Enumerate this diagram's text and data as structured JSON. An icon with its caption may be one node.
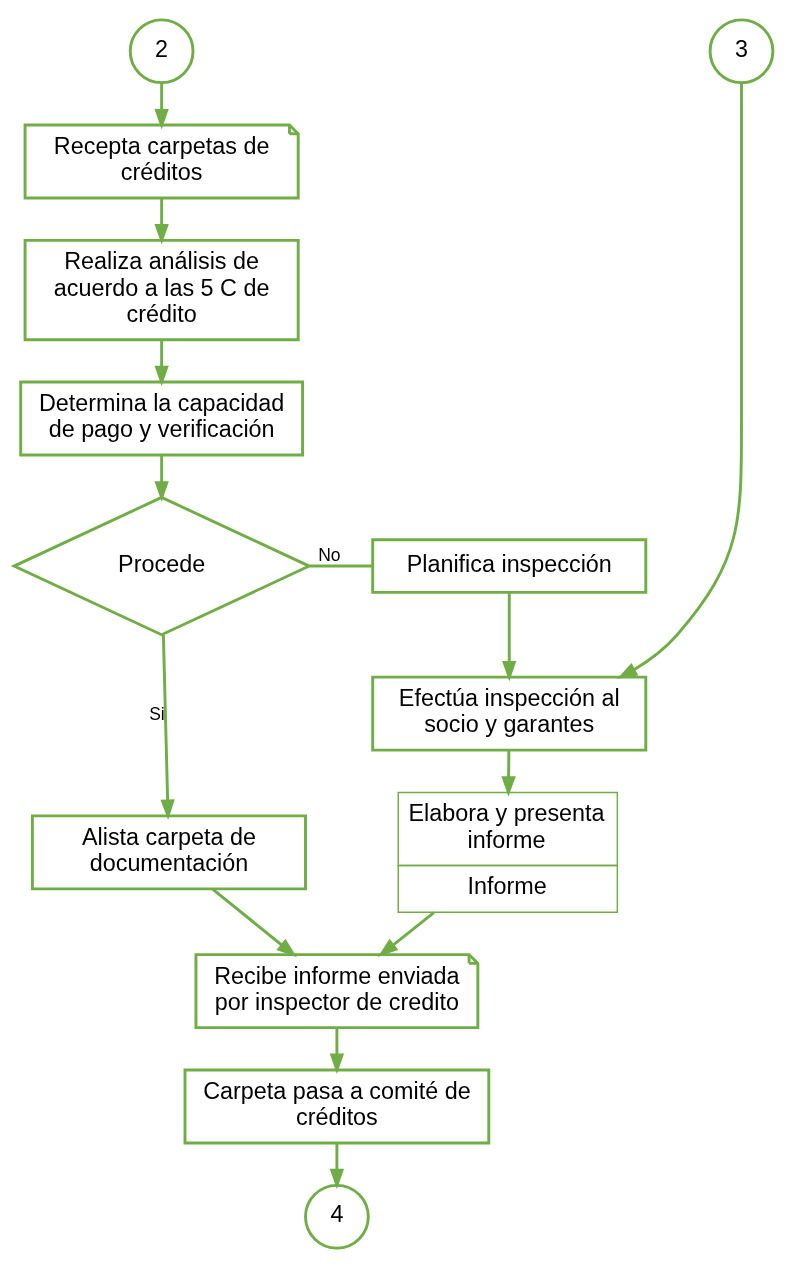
{
  "diagram": {
    "nodes": [
      {
        "text": [
          "2"
        ]
      },
      {
        "text": [
          "Recepta carpetas de créditos"
        ]
      },
      {
        "text": [
          "Realiza análisis de acuerdo a las 5 C de crédito"
        ]
      },
      {
        "text": [
          "Determina la capacidad de pago y verificación"
        ]
      },
      {
        "text": [
          "Procede"
        ]
      },
      {
        "text": [
          "Planifica inspección"
        ]
      },
      {
        "text": [
          "Alista carpeta de documentación"
        ]
      },
      {
        "text": [
          "Recibe informe enviada por inspector de credito"
        ]
      },
      {
        "text": [
          "Carpeta pasa a comité de créditos"
        ]
      },
      {
        "text": [
          "4"
        ]
      },
      {
        "text": [
          "3"
        ]
      },
      {
        "text": [
          "Efectúa inspección al socio y garantes"
        ]
      },
      {
        "text": [
          "Elabora y presenta informe",
          "Informe"
        ]
      }
    ],
    "edges": [
      {
        "from": 0,
        "to": 1,
        "arrow": "to"
      },
      {
        "from": 1,
        "to": 2,
        "arrow": "to"
      },
      {
        "from": 2,
        "to": 3,
        "arrow": "to"
      },
      {
        "from": 3,
        "to": 4,
        "arrow": "to"
      },
      {
        "from": 4,
        "to": 5,
        "arrow": "none",
        "label": "No"
      },
      {
        "from": 5,
        "to": 11,
        "arrow": "to"
      },
      {
        "from": 4,
        "to": 6,
        "arrow": "to",
        "label": "Si"
      },
      {
        "from": 6,
        "to": 7,
        "arrow": "to"
      },
      {
        "from": 7,
        "to": 8,
        "arrow": "to"
      },
      {
        "from": 8,
        "to": 9,
        "arrow": "to"
      },
      {
        "from": 10,
        "to": 11,
        "arrow": "to"
      },
      {
        "from": 11,
        "to": 12,
        "arrow": "to"
      },
      {
        "from": 12,
        "to": 7,
        "arrow": "to"
      }
    ]
  }
}
